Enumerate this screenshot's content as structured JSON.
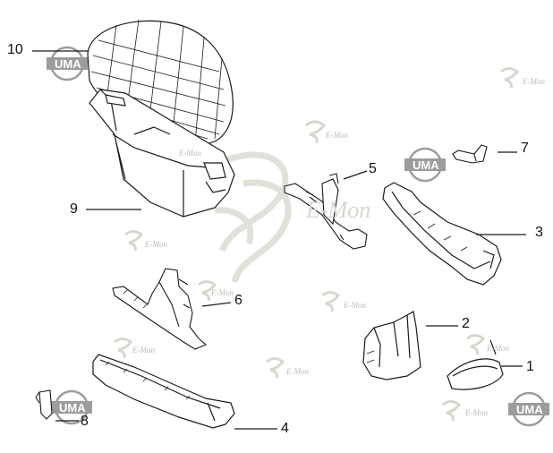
{
  "callouts": {
    "c1": "1",
    "c2": "2",
    "c3": "3",
    "c4": "4",
    "c5": "5",
    "c6": "6",
    "c7": "7",
    "c8": "8",
    "c9": "9",
    "c10": "10"
  },
  "watermarks": {
    "emon": "E-Mon",
    "uma": "UMA"
  },
  "colors": {
    "line": "#1a1a1a",
    "watermark": "#c7cabf",
    "uma_badge": "#9c9c9c"
  }
}
